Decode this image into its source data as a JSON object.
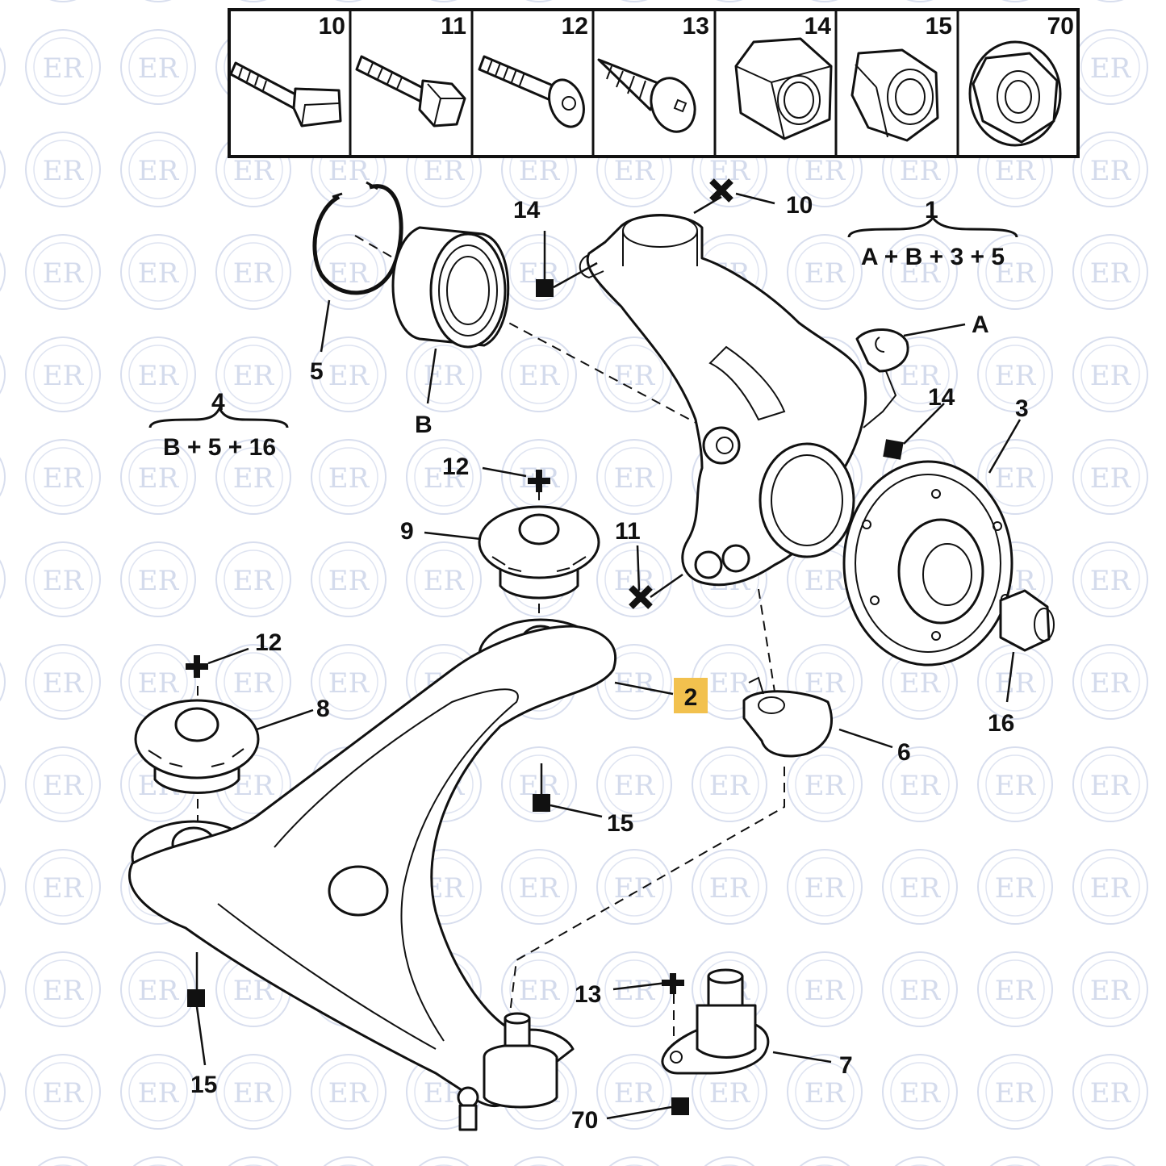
{
  "watermark": {
    "text": "ER",
    "color": "#d4dbec"
  },
  "highlight_color": "#f2c14e",
  "header_parts": [
    "10",
    "11",
    "12",
    "13",
    "14",
    "15",
    "70"
  ],
  "callouts": {
    "c1": "1",
    "c1_formula": "A + B + 3 + 5",
    "c4": "4",
    "c4_formula": "B + 5 + 16",
    "c2": "2",
    "c3": "3",
    "c5": "5",
    "c6": "6",
    "c7": "7",
    "c8": "8",
    "c9": "9",
    "c10": "10",
    "c11": "11",
    "c12a": "12",
    "c12b": "12",
    "c13": "13",
    "c14a": "14",
    "c14b": "14",
    "c15a": "15",
    "c15b": "15",
    "c16": "16",
    "c70": "70",
    "cA": "A",
    "cB": "B"
  }
}
